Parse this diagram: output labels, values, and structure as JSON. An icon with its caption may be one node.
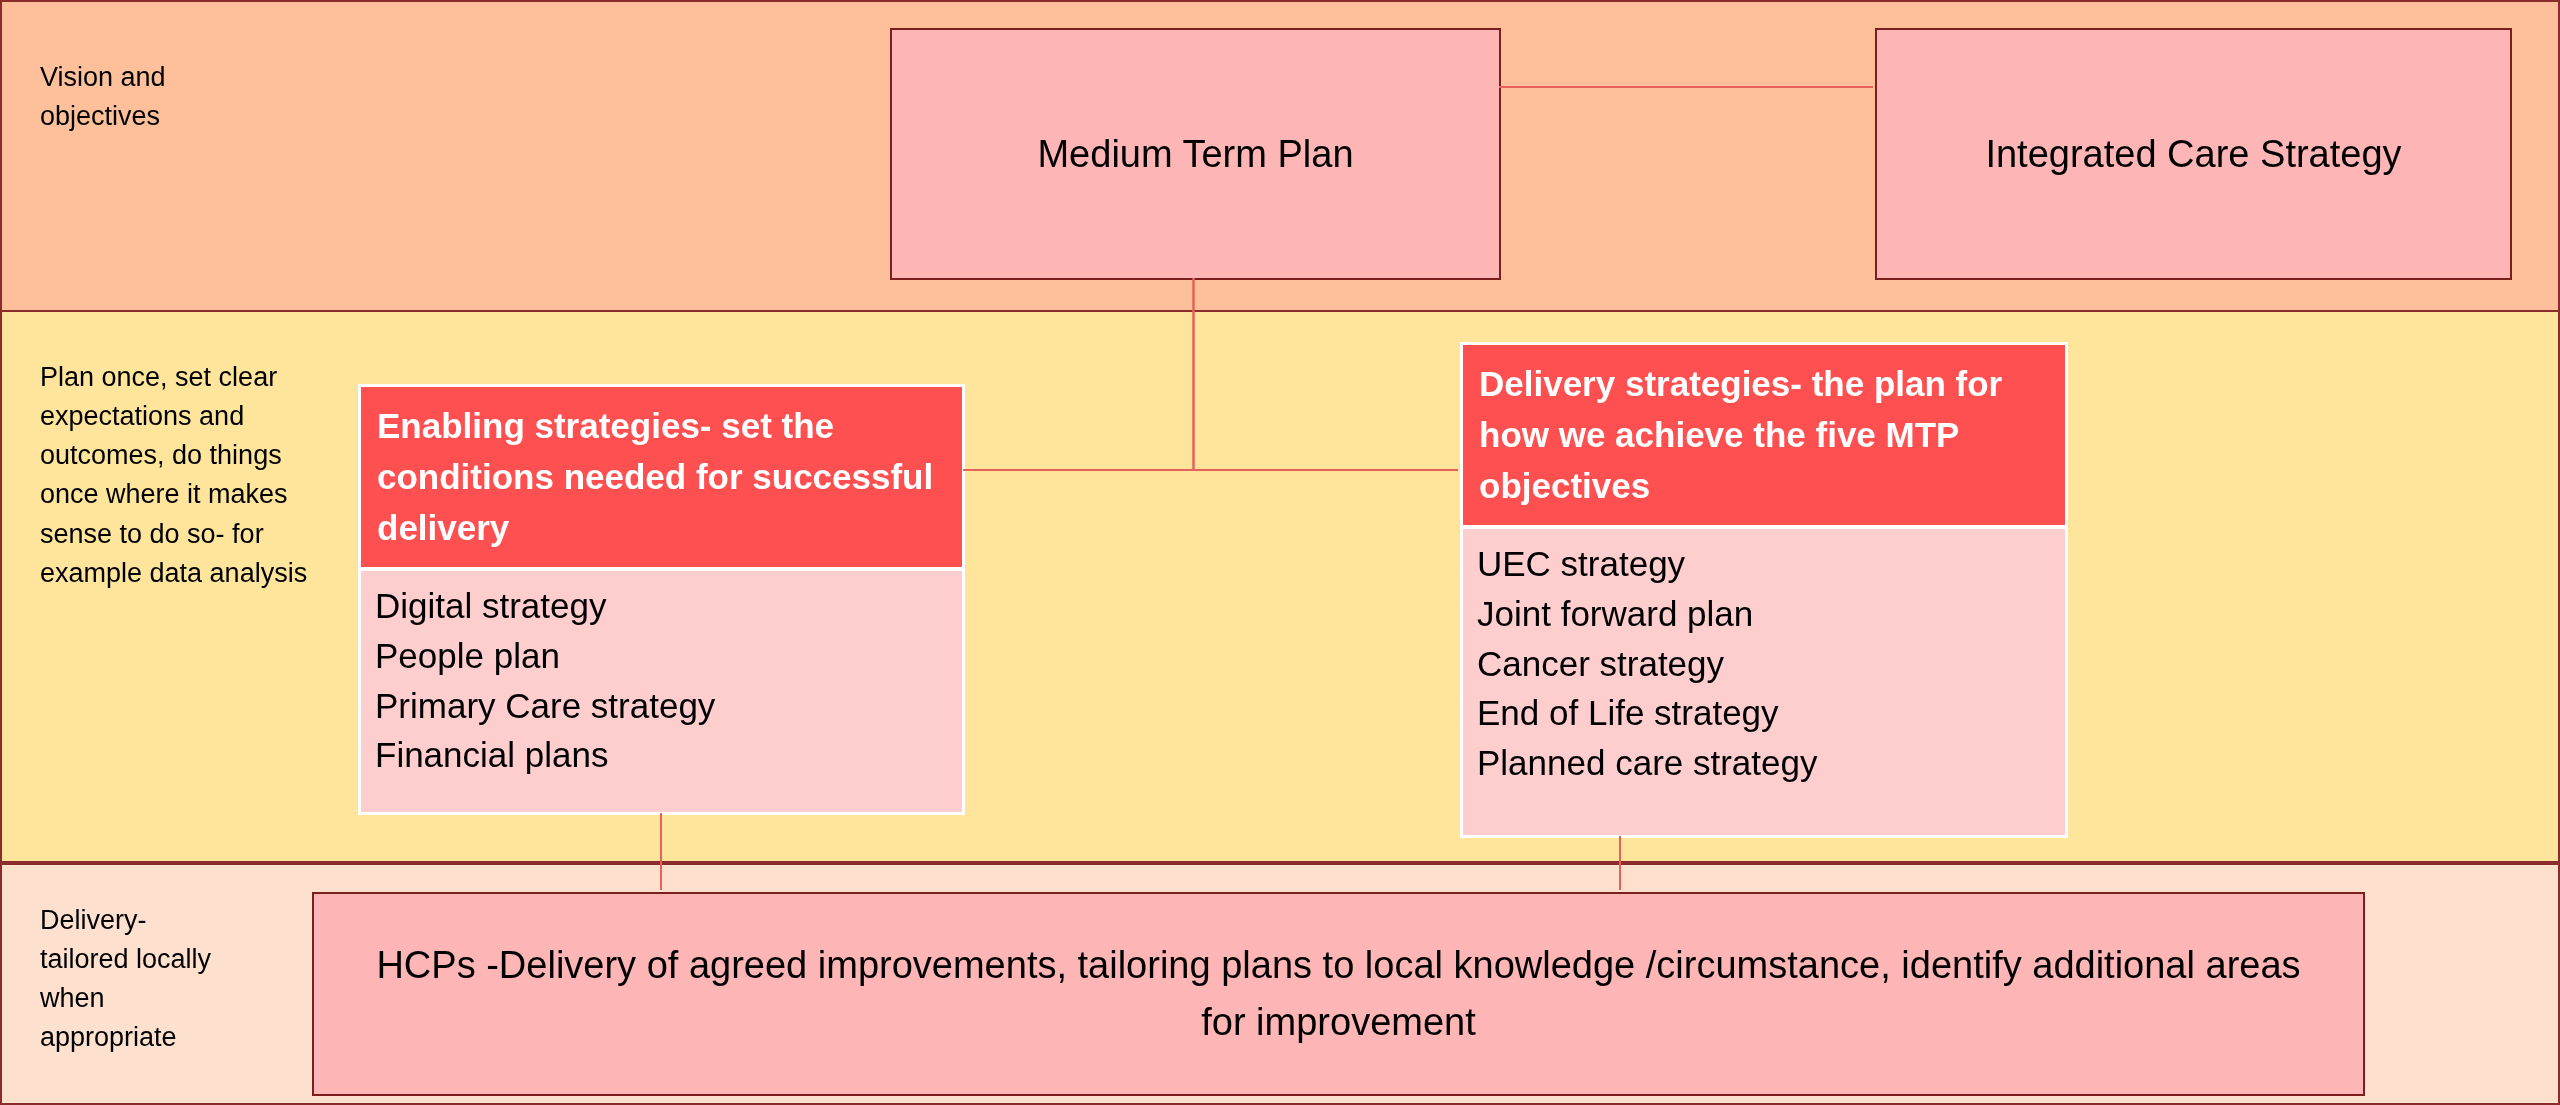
{
  "diagram": {
    "nodes": [
      {
        "text": [
          "Vision and objectives"
        ]
      },
      {
        "text": [
          "Medium Term Plan"
        ],
        "in": 0
      },
      {
        "text": [
          "Integrated Care Strategy"
        ],
        "in": 0
      },
      {
        "text": [
          "Plan once, set clear expectations and outcomes, do things once where it makes sense to do so- for example data analysis"
        ]
      },
      {
        "text": [
          "Enabling strategies- set the conditions needed for successful delivery",
          "Digital strategy",
          "People plan",
          "Primary Care strategy",
          "Financial plans"
        ],
        "in": 3
      },
      {
        "text": [
          "Delivery strategies- the plan for how we achieve the five MTP objectives",
          "UEC strategy",
          "Joint forward plan",
          "Cancer strategy",
          "End of Life strategy",
          "Planned care strategy"
        ],
        "in": 3
      },
      {
        "text": [
          "Delivery- tailored locally when appropriate"
        ]
      },
      {
        "text": [
          "HCPs -Delivery of agreed improvements, tailoring plans to local knowledge /circumstance, identify additional areas for improvement"
        ],
        "in": 6
      }
    ],
    "edges": [
      {
        "from": 1,
        "to": 2,
        "arrow": "none"
      },
      {
        "from": 1,
        "to": 4,
        "arrow": "none"
      },
      {
        "from": 1,
        "to": 5,
        "arrow": "none"
      },
      {
        "from": 4,
        "to": 7,
        "arrow": "none"
      },
      {
        "from": 5,
        "to": 7,
        "arrow": "none"
      }
    ]
  }
}
